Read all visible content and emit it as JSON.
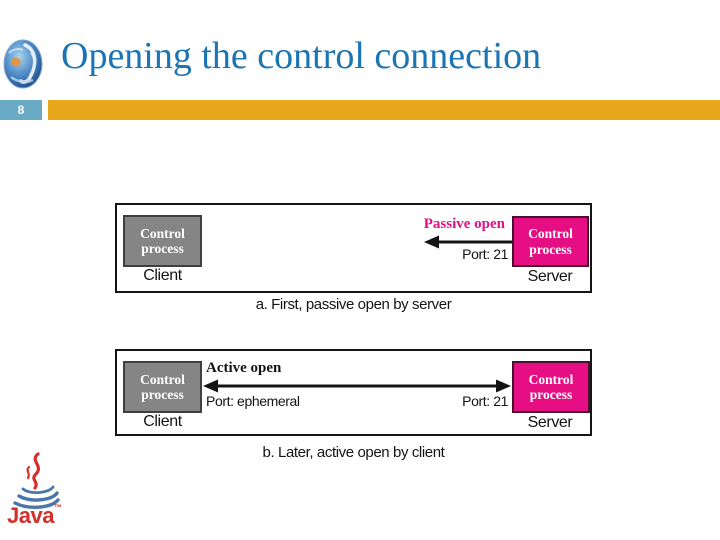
{
  "slide": {
    "title": "Opening the control connection",
    "slide_number": "8"
  },
  "colors": {
    "title_blue": "#1b74b4",
    "number_badge_blue": "#69aac4",
    "gold_bar": "#e9a81c",
    "client_box_gray": "#858585",
    "server_box_magenta": "#e50e82",
    "figure_text_black": "#141414",
    "java_red": "#d3302c",
    "java_blue": "#4a77a8"
  },
  "figure": {
    "panel_a": {
      "client_box_label": "Control process",
      "client_label": "Client",
      "server_box_label": "Control process",
      "server_label": "Server",
      "arrow_label": "Passive open",
      "server_port": "Port: 21",
      "caption": "a. First, passive open by server"
    },
    "panel_b": {
      "client_box_label": "Control process",
      "client_label": "Client",
      "server_box_label": "Control process",
      "server_label": "Server",
      "arrow_label": "Active open",
      "client_port": "Port: ephemeral",
      "server_port": "Port: 21",
      "caption": "b. Later, active open by client"
    }
  },
  "branding": {
    "java_label": "Java",
    "java_tm": "™"
  }
}
